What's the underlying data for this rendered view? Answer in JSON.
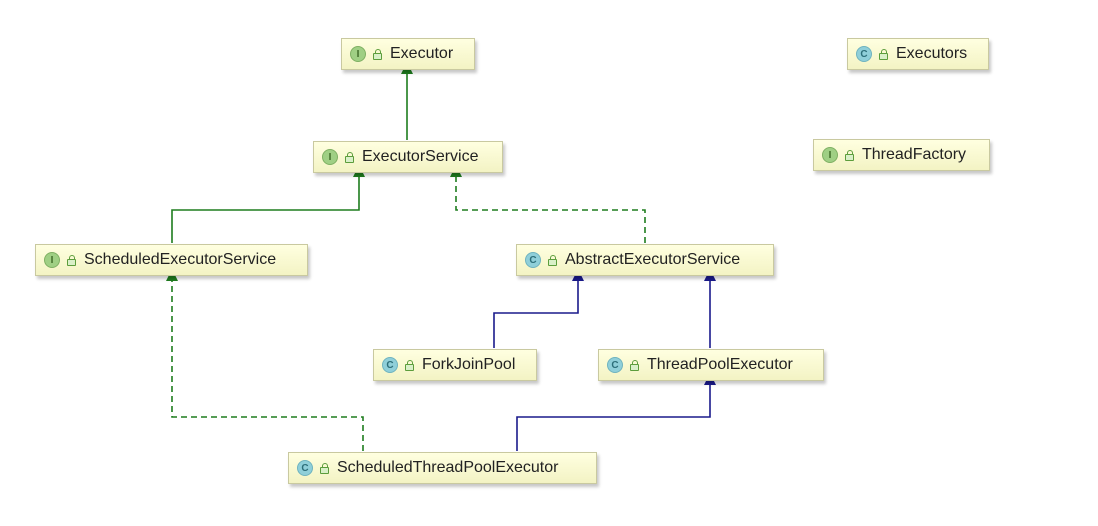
{
  "nodes": {
    "executor": {
      "kind": "I",
      "label": "Executor"
    },
    "executors": {
      "kind": "C",
      "label": "Executors"
    },
    "thread_factory": {
      "kind": "I",
      "label": "ThreadFactory"
    },
    "executor_service": {
      "kind": "I",
      "label": "ExecutorService"
    },
    "scheduled_executor_service": {
      "kind": "I",
      "label": "ScheduledExecutorService"
    },
    "abstract_executor_service": {
      "kind": "C",
      "label": "AbstractExecutorService"
    },
    "fork_join_pool": {
      "kind": "C",
      "label": "ForkJoinPool"
    },
    "thread_pool_executor": {
      "kind": "C",
      "label": "ThreadPoolExecutor"
    },
    "scheduled_thread_pool_executor": {
      "kind": "C",
      "label": "ScheduledThreadPoolExecutor"
    }
  },
  "colors": {
    "interface_extends": "#1e7d1e",
    "class_extends": "#1a1a8c",
    "node_fill": "#ffffe0"
  }
}
